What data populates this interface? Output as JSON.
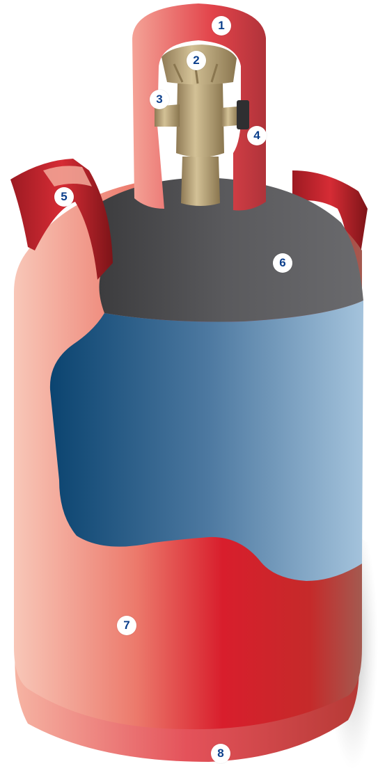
{
  "diagram": {
    "subject": "gas-cylinder-cutaway",
    "colors": {
      "shell_red": "#d81e2c",
      "shell_light": "#f6b7a5",
      "dome_grey": "#555558",
      "liquid_blue_dark": "#0b4470",
      "liquid_blue_light": "#a4c3dc",
      "valve_brass": "#b9a57b",
      "callout_text": "#0c3f8c"
    },
    "callouts": [
      {
        "label": "1",
        "part": "collar"
      },
      {
        "label": "2",
        "part": "valve-handwheel"
      },
      {
        "label": "3",
        "part": "valve-outlet"
      },
      {
        "label": "4",
        "part": "safety-valve"
      },
      {
        "label": "5",
        "part": "carry-handle"
      },
      {
        "label": "6",
        "part": "gas-phase"
      },
      {
        "label": "7",
        "part": "cylinder-body"
      },
      {
        "label": "8",
        "part": "foot-ring"
      }
    ]
  }
}
